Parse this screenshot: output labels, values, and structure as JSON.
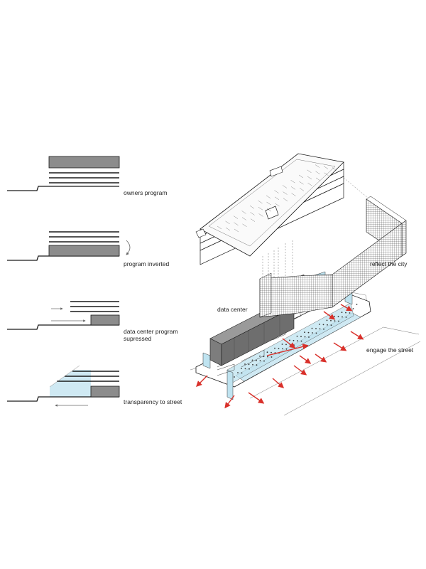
{
  "colors": {
    "ink": "#1a1a1a",
    "program_gray": "#8c8c8c",
    "datacenter_gray": "#6e6e6e",
    "transparency_blue": "#cfe9f3",
    "glass_blue": "#bfe3f0",
    "arrow_red": "#d9302a",
    "screen_line": "#555555"
  },
  "diagram_steps": [
    {
      "label": "owners program"
    },
    {
      "label": "program inverted",
      "icon": "rotate-arrow-icon"
    },
    {
      "label": "data center program",
      "label_line2": "supressed"
    },
    {
      "label": "transparency to street"
    }
  ],
  "axon": {
    "label_datacenter": "data center",
    "label_reflect": "reflect the city",
    "label_engage": "engage the street"
  }
}
